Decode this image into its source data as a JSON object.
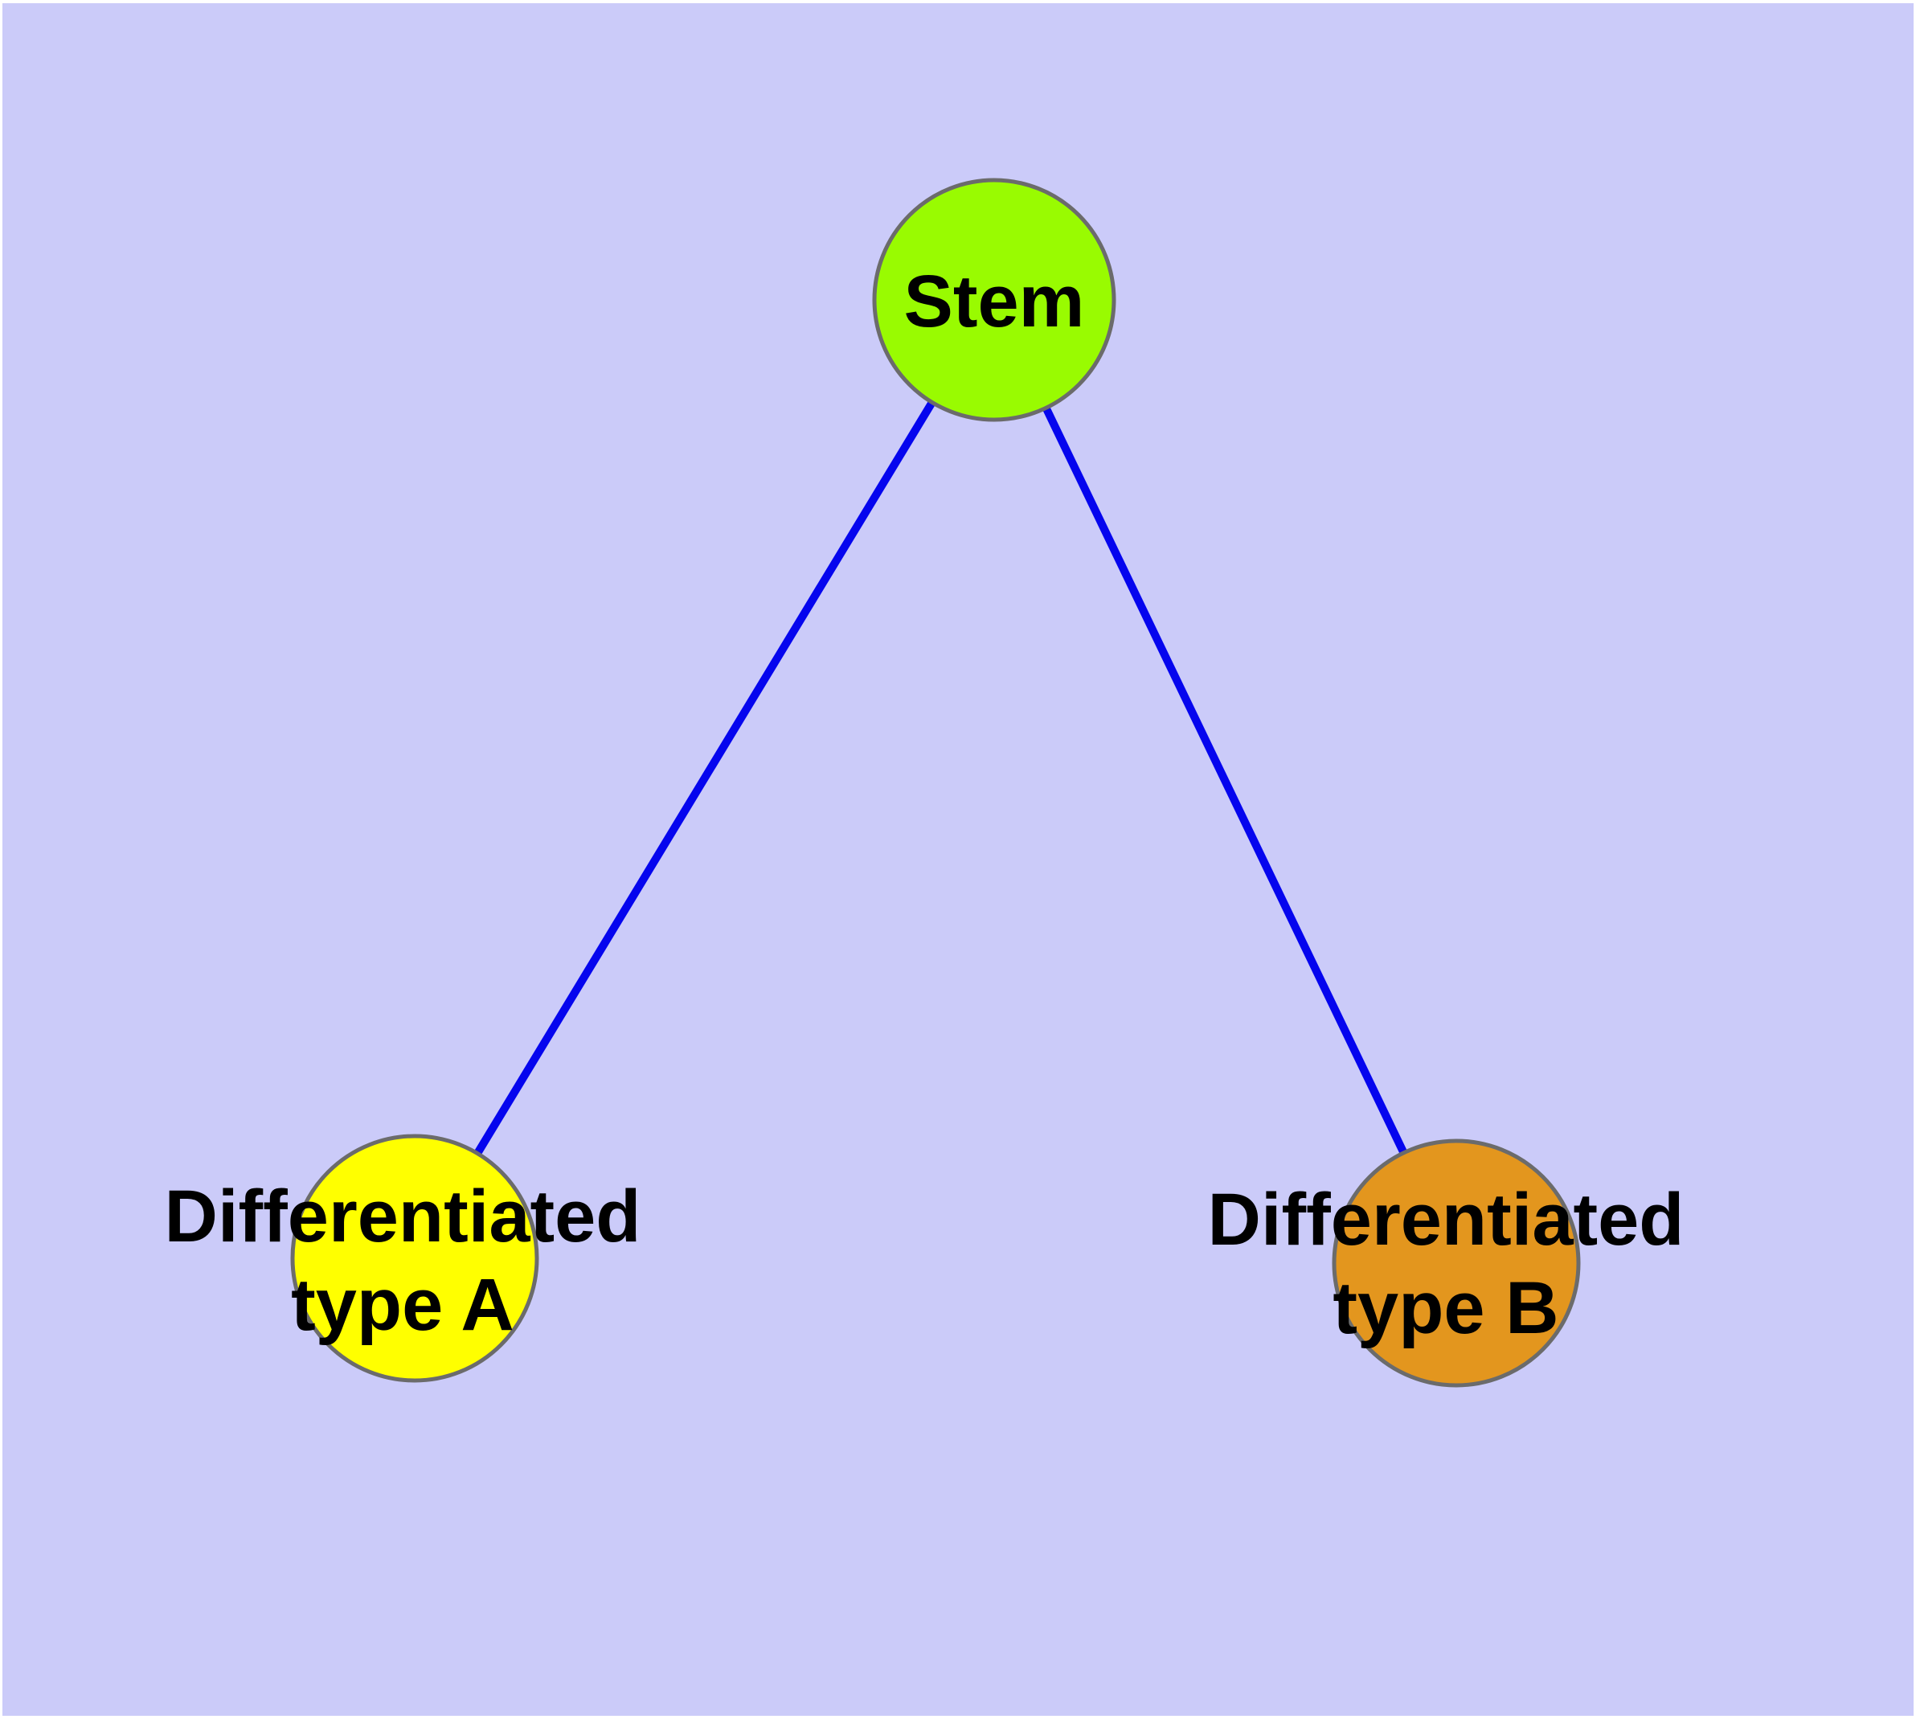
{
  "figure": {
    "frame_color": "#ffffff",
    "background_color": "#cbcbf9"
  },
  "diagram": {
    "type": "node-link-graph",
    "edge_color": "#0505ee",
    "node_border_color": "#6b6b6b",
    "label_color": "#000000",
    "nodes": [
      {
        "id": "stem",
        "label": "Stem",
        "lines": [
          "Stem"
        ],
        "fill": "#99fb01"
      },
      {
        "id": "differentiated-type-a",
        "label": "Differentiated type A",
        "lines": [
          "Differentiated",
          "type A"
        ],
        "fill": "#ffff00"
      },
      {
        "id": "differentiated-type-b",
        "label": "Differentiated type B",
        "lines": [
          "Differentiated",
          "type B"
        ],
        "fill": "#e3961e"
      }
    ],
    "edges": [
      {
        "from": "Stem",
        "to": "Differentiated type A"
      },
      {
        "from": "Stem",
        "to": "Differentiated type B"
      }
    ]
  }
}
